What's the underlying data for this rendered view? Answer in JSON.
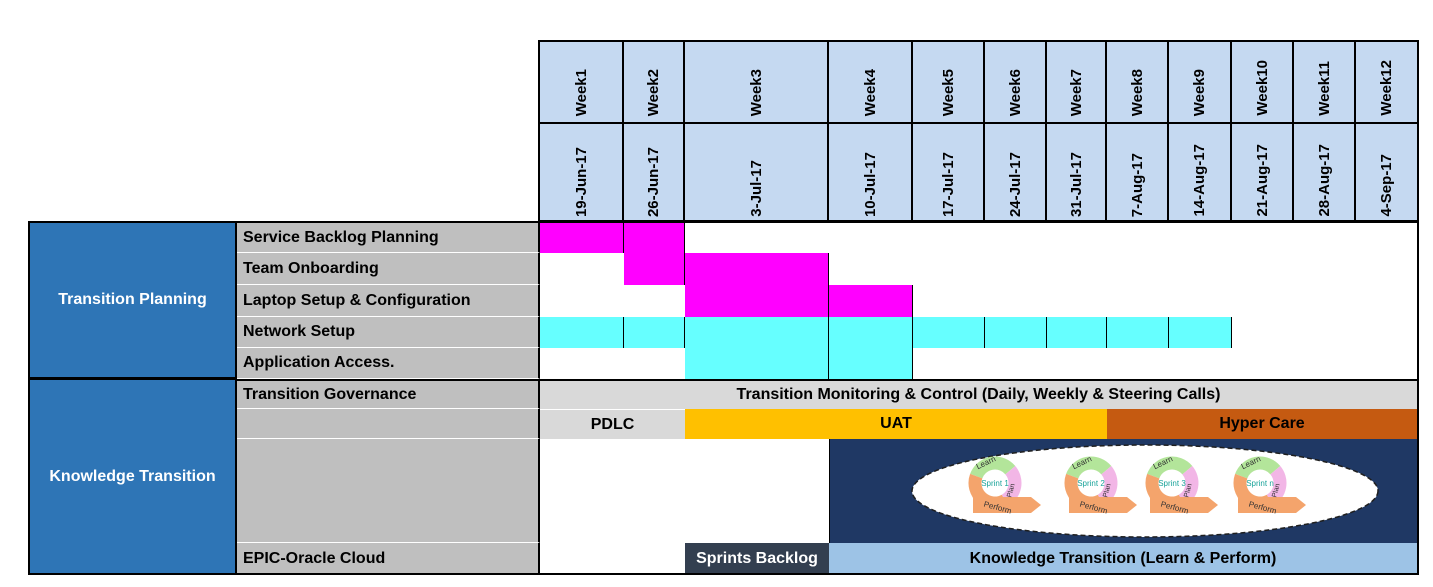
{
  "weeks": [
    "Week1",
    "Week2",
    "Week3",
    "Week4",
    "Week5",
    "Week6",
    "Week7",
    "Week8",
    "Week9",
    "Week10",
    "Week11",
    "Week12"
  ],
  "dates": [
    "19-Jun-17",
    "26-Jun-17",
    "3-Jul-17",
    "10-Jul-17",
    "17-Jul-17",
    "24-Jul-17",
    "31-Jul-17",
    "7-Aug-17",
    "14-Aug-17",
    "21-Aug-17",
    "28-Aug-17",
    "4-Sep-17"
  ],
  "categories": {
    "transition_planning": "Transition Planning",
    "knowledge_transition": "Knowledge Transition"
  },
  "tasks": {
    "service_backlog": "Service Backlog Planning",
    "team_onboarding": "Team Onboarding",
    "laptop_setup": "Laptop Setup & Configuration",
    "network_setup": "Network Setup",
    "application_access": "Application Access.",
    "transition_governance": "Transition Governance",
    "epic_oracle": "EPIC-Oracle Cloud"
  },
  "bars": {
    "monitoring": "Transition Monitoring & Control  (Daily,  Weekly & Steering Calls)",
    "pdlc": "PDLC",
    "uat": "UAT",
    "hyper_care": "Hyper Care",
    "sprints_backlog": "Sprints Backlog",
    "knowledge_transition_bar": "Knowledge  Transition (Learn & Perform)"
  },
  "sprints": [
    {
      "learn": "Learn",
      "name": "Sprint 1",
      "plan": "Plan",
      "perform": "Perform"
    },
    {
      "learn": "Learn",
      "name": "Sprint 2",
      "plan": "Plan",
      "perform": "Perform"
    },
    {
      "learn": "Learn",
      "name": "Sprint 3",
      "plan": "Plan",
      "perform": "Perform"
    },
    {
      "learn": "Learn",
      "name": "Sprint n",
      "plan": "Plan",
      "perform": "Perform"
    }
  ],
  "colors": {
    "header": "#c5d9f1",
    "category": "#2e75b6",
    "task": "#bfbfbf",
    "magenta": "#ff00ff",
    "cyan": "#66ffff",
    "monitoring": "#d9d9d9",
    "uat": "#ffc000",
    "hyper_care": "#c55a11",
    "sprints_backlog": "#333f50",
    "kt_bar": "#9dc3e6",
    "navy": "#1f3864"
  }
}
